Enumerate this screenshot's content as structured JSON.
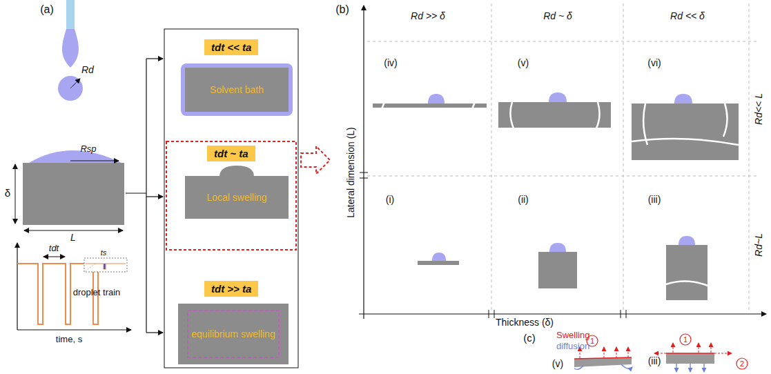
{
  "diagram": {
    "nodes": [
      {
        "text": [
          "tdt << ta"
        ]
      },
      {
        "text": [
          "Solvent bath"
        ]
      },
      {
        "text": [
          "tdt ~ ta"
        ]
      },
      {
        "text": [
          "Local swelling"
        ]
      },
      {
        "text": [
          "tdt >> ta"
        ]
      },
      {
        "text": [
          "equilibrium swelling"
        ]
      }
    ],
    "labels": [
      "(a)",
      "Rd",
      "Rsp",
      "δ",
      "L",
      "tdt",
      "ts",
      "droplet train",
      "time, s",
      "(b)",
      "Rd >> δ",
      "Rd ~ δ",
      "Rd << δ",
      "(iv)",
      "(v)",
      "(vi)",
      "(i)",
      "(ii)",
      "(iii)",
      "Rd<< L",
      "Rd~L",
      "Lateral dimension (L)",
      "Thickness (δ)",
      "(c)",
      "Swelling",
      "diffusion",
      "(v)",
      "(iii)",
      "1",
      "1",
      "2"
    ]
  }
}
